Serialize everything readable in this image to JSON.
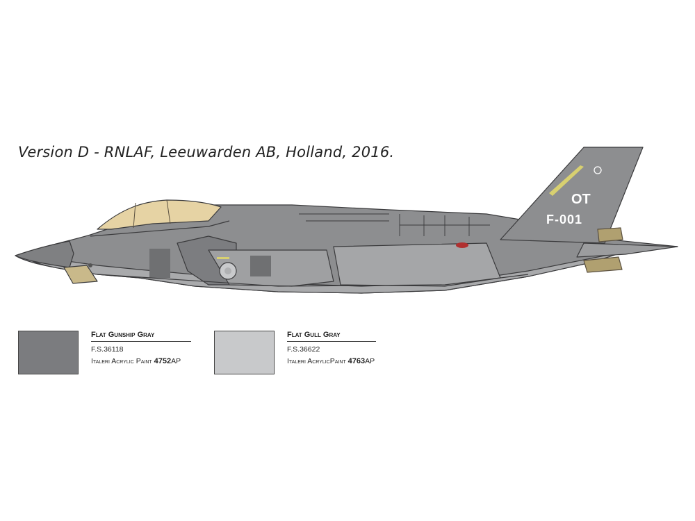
{
  "title": "Version D - RNLAF, Leeuwarden AB, Holland, 2016.",
  "aircraft": {
    "tail_code": "OT",
    "serial": "F-001",
    "colors": {
      "upper": "#8d8e90",
      "lower": "#b3b4b6",
      "dark_panel": "#6f7072",
      "canopy": "#e6d3a4",
      "outline": "#3a3a3c"
    }
  },
  "paints": [
    {
      "name": "Flat Gunship Gray",
      "fs": "F.S.36118",
      "brand": "Italeri Acrylic Paint",
      "code": "4752",
      "suffix": "AP",
      "color": "#7b7c7f"
    },
    {
      "name": "Flat Gull Gray",
      "fs": "F.S.36622",
      "brand": "Italeri AcrylicPaint",
      "code": "4763",
      "suffix": "AP",
      "color": "#c8c9cb"
    }
  ]
}
